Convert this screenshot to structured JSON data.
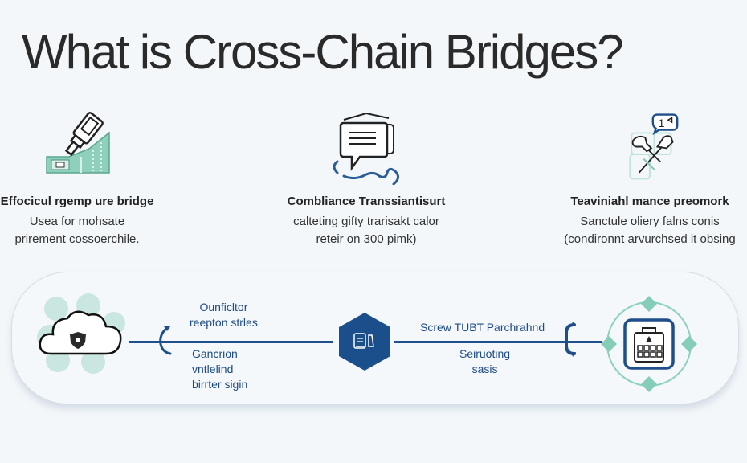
{
  "title": "What is Cross-Chain Bridges?",
  "colors": {
    "accent_blue": "#1f4f8a",
    "accent_teal": "#7fc4b0",
    "background": "#f3f7fa",
    "text_dark": "#222222"
  },
  "features": [
    {
      "icon": "hand-sanitizer-on-circuit-icon",
      "title": "Effocicul rgemp ure bridge",
      "desc_line1": "Usea for mohsate",
      "desc_line2": "prirement cossoerchile."
    },
    {
      "icon": "chat-bubble-document-icon",
      "title": "Combliance Transsiantisurt",
      "desc_line1": "calteting gifty trarisakt calor",
      "desc_line2": "reteir on 300 pimk)"
    },
    {
      "icon": "wrench-tools-icon",
      "badge": "1",
      "title": "Teaviniahl mance preomork",
      "desc_line1": "Sanctule oliery falns conis",
      "desc_line2": "(condironnt arvurchsed it obsing"
    }
  ],
  "flow": {
    "source_node": {
      "icon": "cloud-shield-icon"
    },
    "hub_node": {
      "icon": "hexagon-documents-icon"
    },
    "target_node": {
      "icon": "secure-vault-icon"
    },
    "left_top_label": [
      "Ounficltor",
      "reepton strles"
    ],
    "left_bottom_label": [
      "Gancrion",
      "vntlelind",
      "birrter sigin"
    ],
    "right_top_label": "Screw TUBT Parchrahnd",
    "right_bottom_label": [
      "Seiruoting",
      "sasis"
    ]
  }
}
